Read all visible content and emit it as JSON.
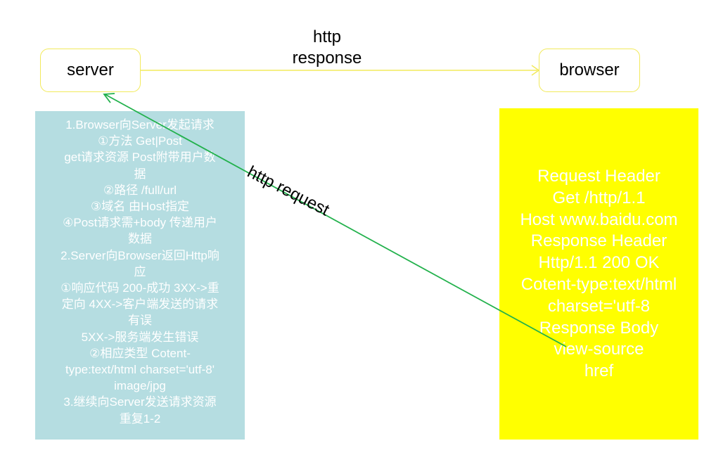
{
  "nodes": {
    "server": "server",
    "browser": "browser"
  },
  "edges": {
    "response_label_line1": "http",
    "response_label_line2": "response",
    "request_label": "http request"
  },
  "left_panel": {
    "lines": [
      "1.Browser向Server发起请求",
      "①方法 Get|Post",
      "get请求资源 Post附带用户数",
      "据",
      "②路径 /full/url",
      "③域名 由Host指定",
      "④Post请求需+body 传递用户",
      "数据",
      "2.Server向Browser返回Http响",
      "应",
      "①响应代码 200-成功 3XX->重",
      "定向 4XX->客户端发送的请求",
      "有误",
      "5XX->服务端发生错误",
      "②相应类型 Cotent-",
      "type:text/html charset='utf-8'",
      "image/jpg",
      "3.继续向Server发送请求资源",
      "重复1-2"
    ]
  },
  "right_panel": {
    "lines": [
      "Request Header",
      "Get /http/1.1",
      "Host www.baidu.com",
      "Response Header",
      "Http/1.1 200 OK",
      "Cotent-type:text/html",
      "charset='utf-8",
      "Response Body",
      "view-source",
      "href"
    ]
  },
  "colors": {
    "node_border": "#f2ea5c",
    "response_arrow": "#f2ea5c",
    "request_arrow": "#22b14c",
    "left_panel_bg": "#b5dde1",
    "right_panel_bg": "#ffff00"
  }
}
